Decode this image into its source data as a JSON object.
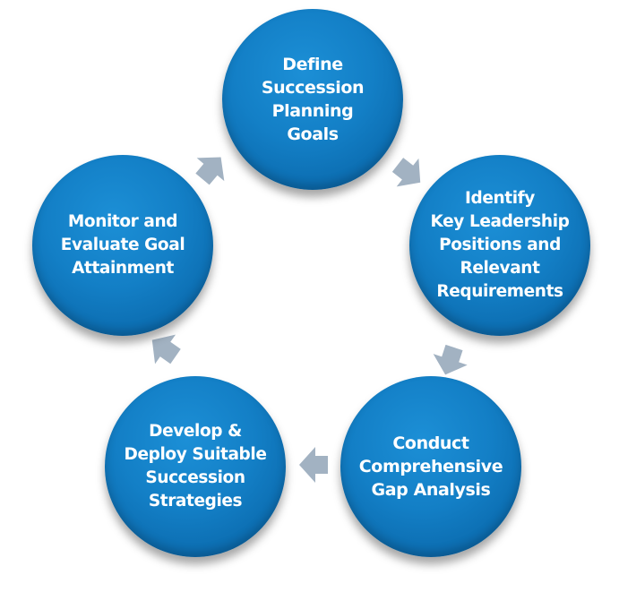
{
  "diagram": {
    "colors": {
      "node": "#137fc6",
      "arrow": "#a2b2c2",
      "text": "#ffffff"
    },
    "nodes": [
      {
        "label": "Define\nSuccession\nPlanning\nGoals"
      },
      {
        "label": "Identify\nKey Leadership\nPositions and\nRelevant\nRequirements"
      },
      {
        "label": "Conduct\nComprehensive\nGap Analysis"
      },
      {
        "label": "Develop &\nDeploy Suitable\nSuccession\nStrategies"
      },
      {
        "label": "Monitor and\nEvaluate Goal\nAttainment"
      }
    ],
    "arrow_icon": "chevron-arrow-icon"
  }
}
